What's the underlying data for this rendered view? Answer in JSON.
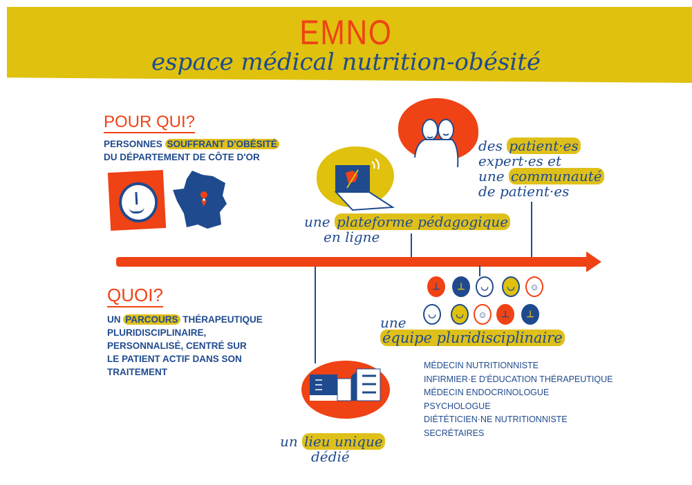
{
  "header": {
    "title": "EMNO",
    "subtitle": "espace médical nutrition-obésité"
  },
  "colors": {
    "yellow": "#dfc10e",
    "red": "#ef4215",
    "navy": "#1f4a8e",
    "background": "#ffffff"
  },
  "pour_qui": {
    "heading": "POUR QUI?",
    "line1_prefix": "PERSONNES ",
    "line1_highlight": "SOUFFRANT D'OBÉSITÉ",
    "line2": "DU DÉPARTEMENT DE CÔTE D'OR",
    "icons": [
      "smiling-face-icon",
      "france-map-icon",
      "location-pin-icon"
    ]
  },
  "quoi": {
    "heading": "QUOI?",
    "line1_prefix": "UN ",
    "line1_highlight": "PARCOURS",
    "line1_suffix": " THÉRAPEUTIQUE",
    "line2": "PLURIDISCIPLINAIRE,",
    "line3": "PERSONNALISÉ, CENTRÉ SUR",
    "line4": "LE PATIENT ACTIF DANS SON",
    "line5": "TRAITEMENT"
  },
  "platform": {
    "prefix": "une ",
    "highlight": "plateforme pédagogique",
    "line2": "en ligne",
    "icon": "laptop-icon"
  },
  "community": {
    "line1_prefix": "des ",
    "line1_highlight": "patient·es",
    "line2": "expert·es et",
    "line3_prefix": "une ",
    "line3_highlight": "communauté",
    "line4": "de patient·es",
    "icon": "two-people-icon"
  },
  "team": {
    "line1": "une",
    "highlight": "équipe pluridisciplinaire",
    "members": [
      "MÉDECIN NUTRITIONNISTE",
      "INFIRMIER·E D'ÉDUCATION THÉRAPEUTIQUE",
      "MÉDECIN ENDOCRINOLOGUE",
      "PSYCHOLOGUE",
      "DIÉTÉTICIEN·NE NUTRITIONNISTE",
      "SECRÉTAIRES"
    ],
    "faces_row1": [
      "red",
      "navy",
      "white",
      "yellow",
      "white-red"
    ],
    "faces_row2": [
      "white",
      "yellow",
      "white-red",
      "red",
      "navy"
    ]
  },
  "place": {
    "prefix": "un ",
    "highlight": "lieu unique",
    "line2": "dédié",
    "icon": "building-icon"
  }
}
